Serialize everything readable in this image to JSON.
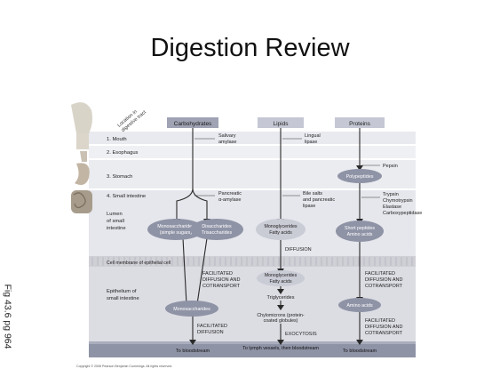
{
  "slide": {
    "title": "Digestion Review",
    "side_caption": "Fig 43.6 pg 964"
  },
  "figure": {
    "location_header": "Location in digestive tract",
    "columns": [
      "Carbohydrates",
      "Lipids",
      "Proteins"
    ],
    "rows": [
      "1. Mouth",
      "2. Esophagus",
      "3. Stomach",
      "4. Small intestine"
    ],
    "region_labels": {
      "lumen": [
        "Lumen",
        "of small",
        "intestine"
      ],
      "membrane": "Cell membrane of epithelial cell",
      "epithelium": [
        "Epithelium of",
        "small intestine"
      ]
    },
    "carb": {
      "salivary": [
        "Salivary",
        "amylase"
      ],
      "pancreatic": [
        "Pancreatic",
        "α-amylase"
      ],
      "mono_lumen": [
        "Monosaccharides",
        "(simple sugars)"
      ],
      "di_tri": [
        "Disaccharides",
        "Trisaccharides"
      ],
      "transport1": [
        "FACILITATED",
        "DIFFUSION AND",
        "COTRANSPORT"
      ],
      "mono_cell": "Monosaccharides",
      "transport2": [
        "FACILITATED",
        "DIFFUSION"
      ]
    },
    "lipid": {
      "lingual": [
        "Lingual",
        "lipase"
      ],
      "bile": [
        "Bile salts",
        "and pancreatic",
        "lipase"
      ],
      "mono_fa": [
        "Monoglycerides",
        "Fatty acids"
      ],
      "diffusion": "DIFFUSION",
      "mono_fa_cell": [
        "Monoglycerides",
        "Fatty acids"
      ],
      "triglycerides": "Triglycerides",
      "chylo": [
        "Chylomicrons (protein-",
        "coated globules)"
      ],
      "exocytosis": "EXOCYTOSIS"
    },
    "protein": {
      "pepsin": "Pepsin",
      "polypeptides": "Polypeptides",
      "enzymes": [
        "Trypsin",
        "Chymotrypsin",
        "Elastase",
        "Carboxypeptidase"
      ],
      "short": [
        "Short peptides",
        "Amino acids"
      ],
      "transport1": [
        "FACILITATED",
        "DIFFUSION AND",
        "COTRANSPORT"
      ],
      "amino": "Amino acids",
      "transport2": [
        "FACILITATED",
        "DIFFUSION AND",
        "COTRANSPORT"
      ]
    },
    "destinations": [
      "To bloodstream",
      "To lymph vessels, then bloodstream",
      "To bloodstream"
    ],
    "copyright": "Copyright © 2008 Pearson Benjamin Cummings. All rights reserved."
  }
}
